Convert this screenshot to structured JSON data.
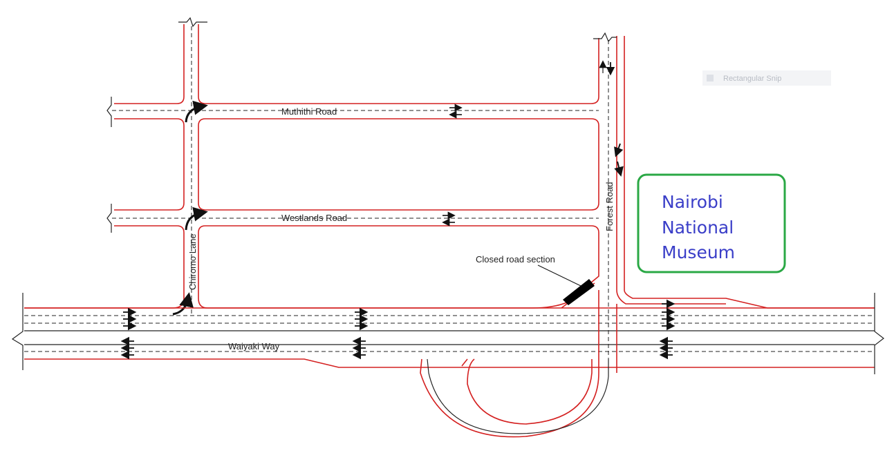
{
  "roads": {
    "muthithi": "Muthithi Road",
    "westlands": "Westlands Road",
    "chiromo": "Chiromo Lane",
    "forest": "Forest Road",
    "waiyaki": "Waiyaki Way"
  },
  "annotation": {
    "closed_section": "Closed road section"
  },
  "landmark": {
    "line1": "Nairobi",
    "line2": "National",
    "line3": "Museum",
    "border_color": "#2aa845",
    "text_color": "#3a3ec8"
  },
  "overlay": {
    "faint_label": "Rectangular Snip"
  },
  "colors": {
    "road_edge": "#d42020",
    "lane_line": "#222222",
    "closure": "#000000"
  }
}
